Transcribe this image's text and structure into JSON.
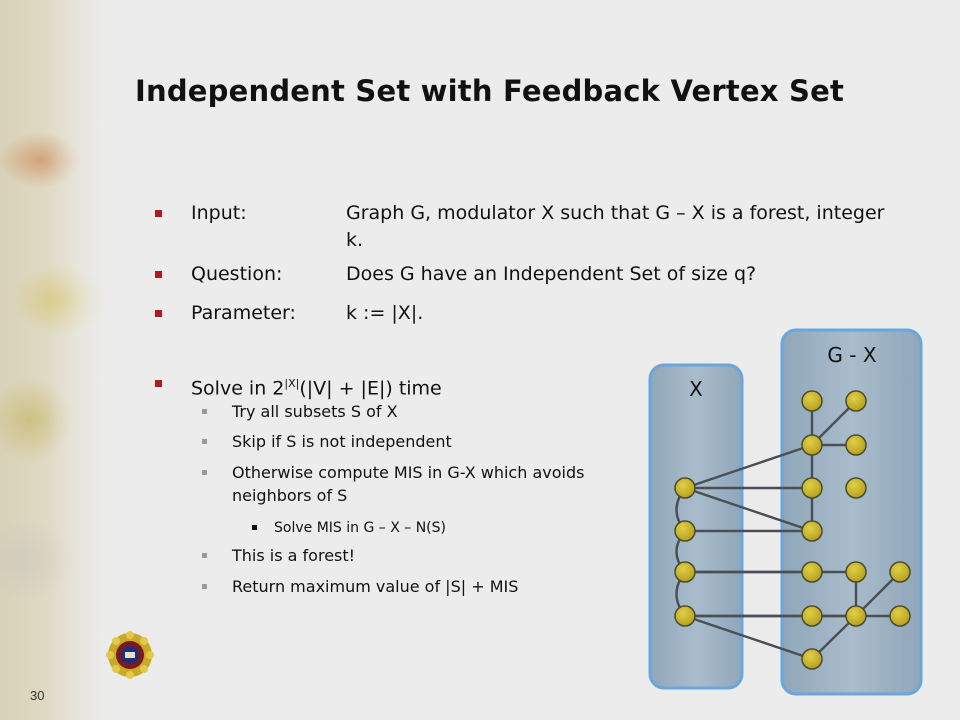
{
  "slide": {
    "title": "Independent Set with Feedback Vertex Set",
    "slide_number": "30"
  },
  "bullets": [
    {
      "label": "Input:",
      "text": "Graph G, modulator X such that G – X is a forest, integer k."
    },
    {
      "label": "Question:",
      "text": "Does G have an Independent Set of size q?"
    },
    {
      "label": "Parameter:",
      "text": "k := |X|."
    }
  ],
  "solve": {
    "prefix": "Solve in 2",
    "sup": "|X|",
    "suffix": "(|V| + |E|) time",
    "sub_items": [
      "Try all subsets S of X",
      "Skip if S is not independent",
      "Otherwise compute MIS in G-X which avoids neighbors of S"
    ],
    "sub_sub_item": "Solve MIS in G – X – N(S)",
    "more_items": [
      "This is a forest!",
      "Return maximum value of |S| + MIS"
    ]
  },
  "figure": {
    "x_label": "X",
    "gx_label": "G - X"
  },
  "colors": {
    "bullet_red": "#b0191d",
    "node_fill": "#c9b52a",
    "panel_fill": "#9fb3c3",
    "panel_border": "#5fa0d8"
  }
}
